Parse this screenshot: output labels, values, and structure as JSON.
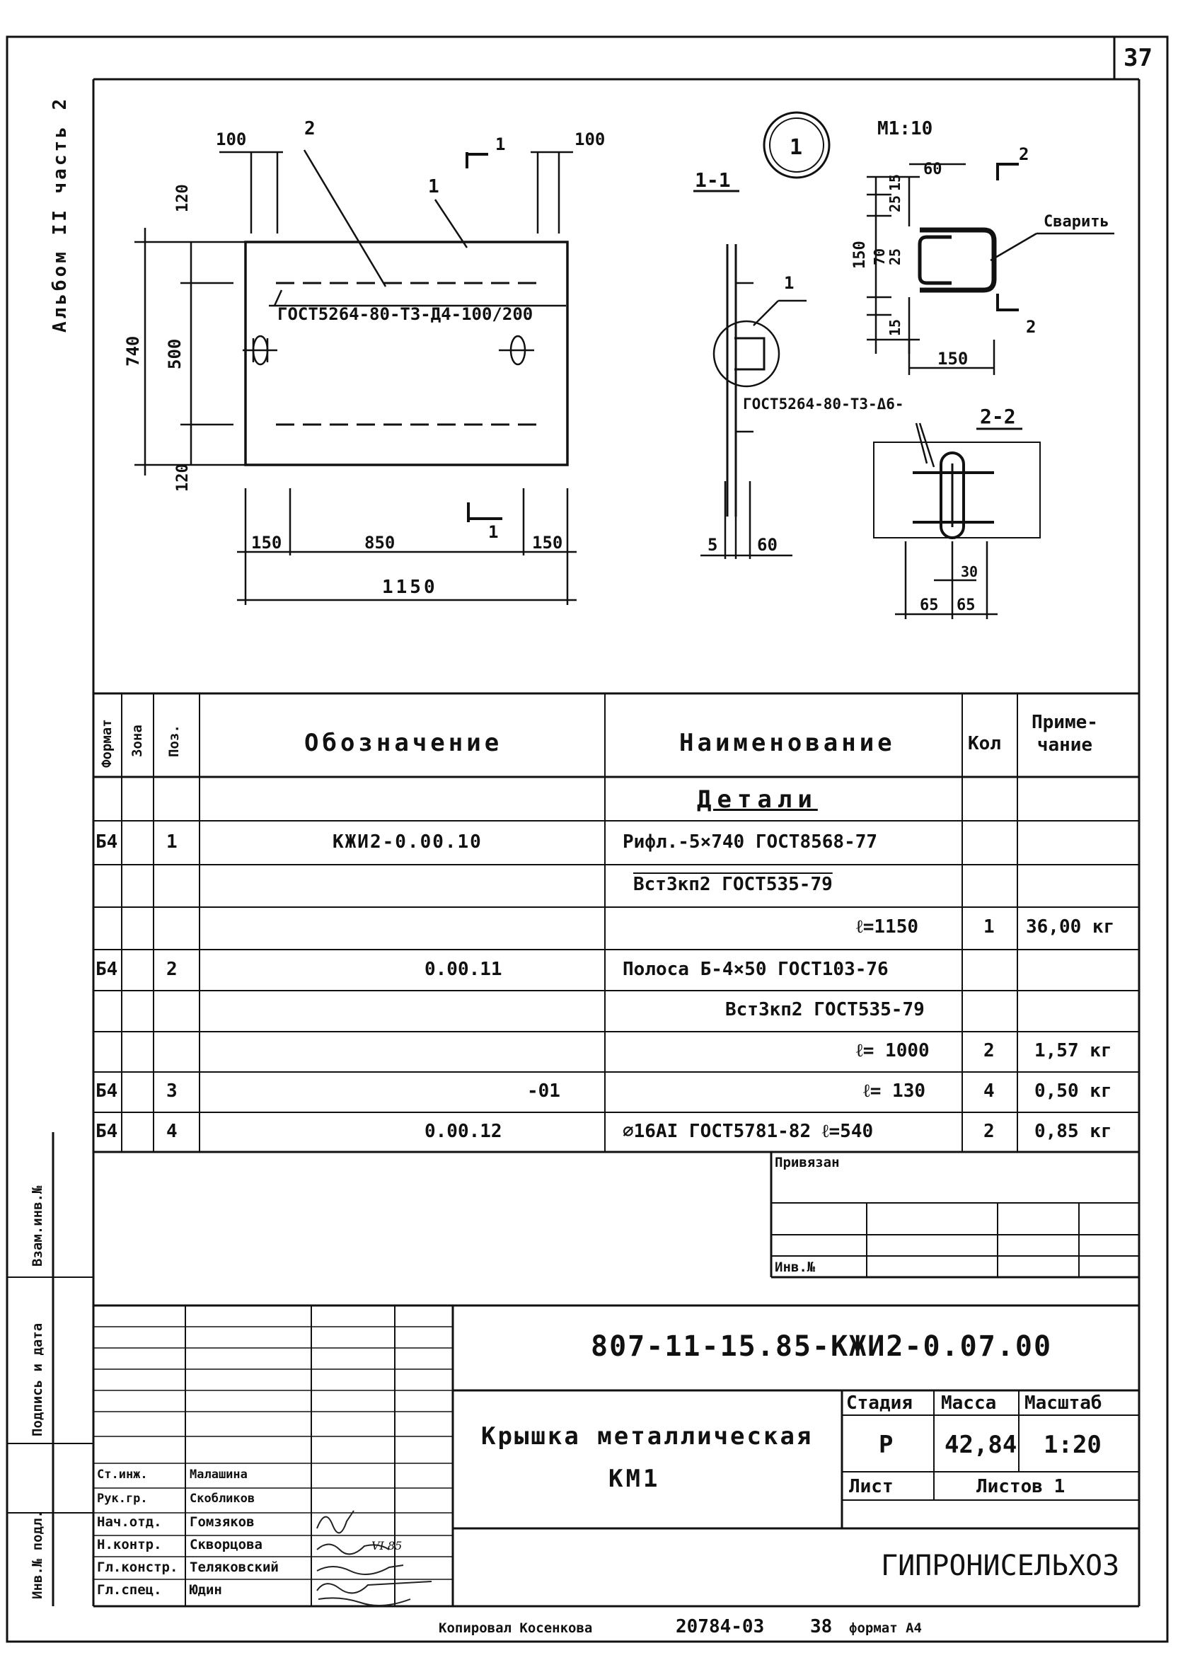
{
  "sheet_number": "37",
  "album_label": "Альбом II часть 2",
  "drawing": {
    "callout_number": "1",
    "scale_label": "М1:10",
    "section_1_1": "1-1",
    "section_2_2": "2-2",
    "weld_note": "Сварить",
    "gost_strip": "ГОСТ5264-80-Т3-Д4-100/200",
    "gost_weld": "ГОСТ5264-80-Т3-Δ6-",
    "pos_1": "1",
    "pos_2": "2",
    "cut_mark_1": "1",
    "cut_mark_2": "2",
    "dims_plan": {
      "top_left": "100",
      "top_right": "100",
      "left_top": "120",
      "left_mid": "500",
      "left_bottom": "120",
      "left_total": "740",
      "bottom_left": "150",
      "bottom_mid": "850",
      "bottom_right": "150",
      "bottom_total": "1150"
    },
    "dims_section": {
      "thickness": "5",
      "flange": "60"
    },
    "dims_detail": {
      "top": "60",
      "h15a": "15",
      "h25a": "25",
      "h70": "70",
      "h25b": "25",
      "h15b": "15",
      "h150": "150",
      "width": "150",
      "d30": "30",
      "d65a": "65",
      "d65b": "65"
    }
  },
  "spec_table": {
    "headers": {
      "format": "Формат",
      "zone": "Зона",
      "pos": "Поз.",
      "designation": "Обозначение",
      "name": "Наименование",
      "qty": "Кол",
      "note": "Приме-\nчание"
    },
    "section_title": "Детали",
    "rows": [
      {
        "format": "Б4",
        "pos": "1",
        "designation": "КЖИ2-0.00.10",
        "name": "Рифл.-5×740 ГОСТ8568-77",
        "qty": "",
        "note": ""
      },
      {
        "format": "",
        "pos": "",
        "designation": "",
        "name": "Вст3кп2 ГОСТ535-79",
        "qty": "",
        "note": ""
      },
      {
        "format": "",
        "pos": "",
        "designation": "",
        "name": "ℓ=1150",
        "qty": "1",
        "note": "36,00 кг"
      },
      {
        "format": "Б4",
        "pos": "2",
        "designation": "0.00.11",
        "name": "Полоса Б-4×50 ГОСТ103-76",
        "qty": "",
        "note": ""
      },
      {
        "format": "",
        "pos": "",
        "designation": "",
        "name": "Вст3кп2 ГОСТ535-79",
        "qty": "",
        "note": ""
      },
      {
        "format": "",
        "pos": "",
        "designation": "",
        "name": "ℓ= 1000",
        "qty": "2",
        "note": "1,57 кг"
      },
      {
        "format": "Б4",
        "pos": "3",
        "designation": "-01",
        "name": "ℓ= 130",
        "qty": "4",
        "note": "0,50 кг"
      },
      {
        "format": "Б4",
        "pos": "4",
        "designation": "0.00.12",
        "name": "⌀16АI ГОСТ5781-82 ℓ=540",
        "qty": "2",
        "note": "0,85 кг"
      }
    ]
  },
  "binding": {
    "privyazan": "Привязан",
    "inv_no": "Инв.№"
  },
  "side_stamp": {
    "vzam_inv": "Взам.инв.№",
    "sign_date": "Подпись и дата",
    "inv_podl": "Инв.№ подл."
  },
  "title_block": {
    "code": "807-11-15.85-КЖИ2-0.07.00",
    "title_line1": "Крышка металлическая",
    "title_line2": "КМ1",
    "stage_label": "Стадия",
    "mass_label": "Масса",
    "scale_label": "Масштаб",
    "stage": "Р",
    "mass": "42,84",
    "scale": "1:20",
    "sheet_label": "Лист",
    "sheets_label": "Листов 1",
    "org": "ГИПРОНИСЕЛЬХОЗ",
    "staff": [
      {
        "role": "Нач.отд.",
        "name": "Гомзяков"
      },
      {
        "role": "Н.контр.",
        "name": "Скворцова"
      },
      {
        "role": "Гл.констр.",
        "name": "Теляковский"
      },
      {
        "role": "Гл.спец.",
        "name": "Юдин"
      },
      {
        "role": "Рук.гр.",
        "name": "Скобликов"
      },
      {
        "role": "Ст.инж.",
        "name": "Малашина"
      }
    ],
    "date_note": "VI 85"
  },
  "footer": {
    "copied": "Копировал  Косенкова",
    "order": "20784-03",
    "sheet": "38",
    "format": "формат А4"
  }
}
